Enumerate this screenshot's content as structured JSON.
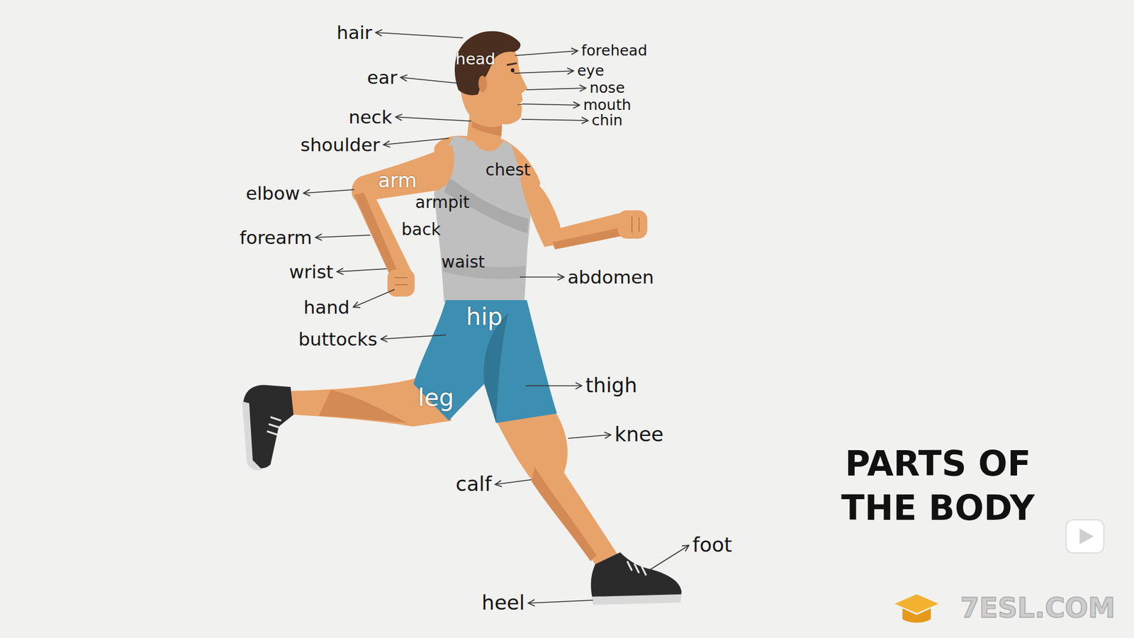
{
  "diagram": {
    "title": "PARTS OF THE BODY",
    "labels": [
      "hair",
      "head",
      "forehead",
      "ear",
      "eye",
      "nose",
      "mouth",
      "chin",
      "neck",
      "shoulder",
      "chest",
      "arm",
      "elbow",
      "armpit",
      "forearm",
      "back",
      "waist",
      "abdomen",
      "wrist",
      "hand",
      "hip",
      "buttocks",
      "leg",
      "thigh",
      "knee",
      "calf",
      "foot",
      "heel",
      "7ESL.COM"
    ]
  }
}
